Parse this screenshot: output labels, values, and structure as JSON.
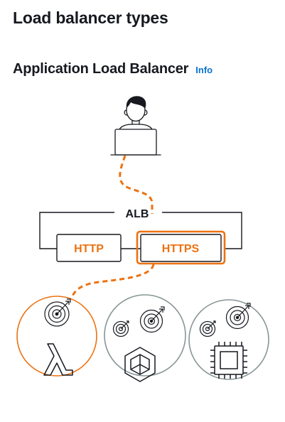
{
  "page": {
    "title": "Load balancer types"
  },
  "section": {
    "title": "Application Load Balancer",
    "info_label": "Info"
  },
  "diagram": {
    "group_label": "ALB",
    "protocols": [
      "HTTP",
      "HTTPS"
    ],
    "selected_protocol": "HTTPS",
    "colors": {
      "accent": "#ec7211",
      "line": "#16191f",
      "muted": "#879596"
    },
    "icons": [
      "user-laptop-icon",
      "lambda-icon",
      "container-icon",
      "instance-icon"
    ]
  }
}
